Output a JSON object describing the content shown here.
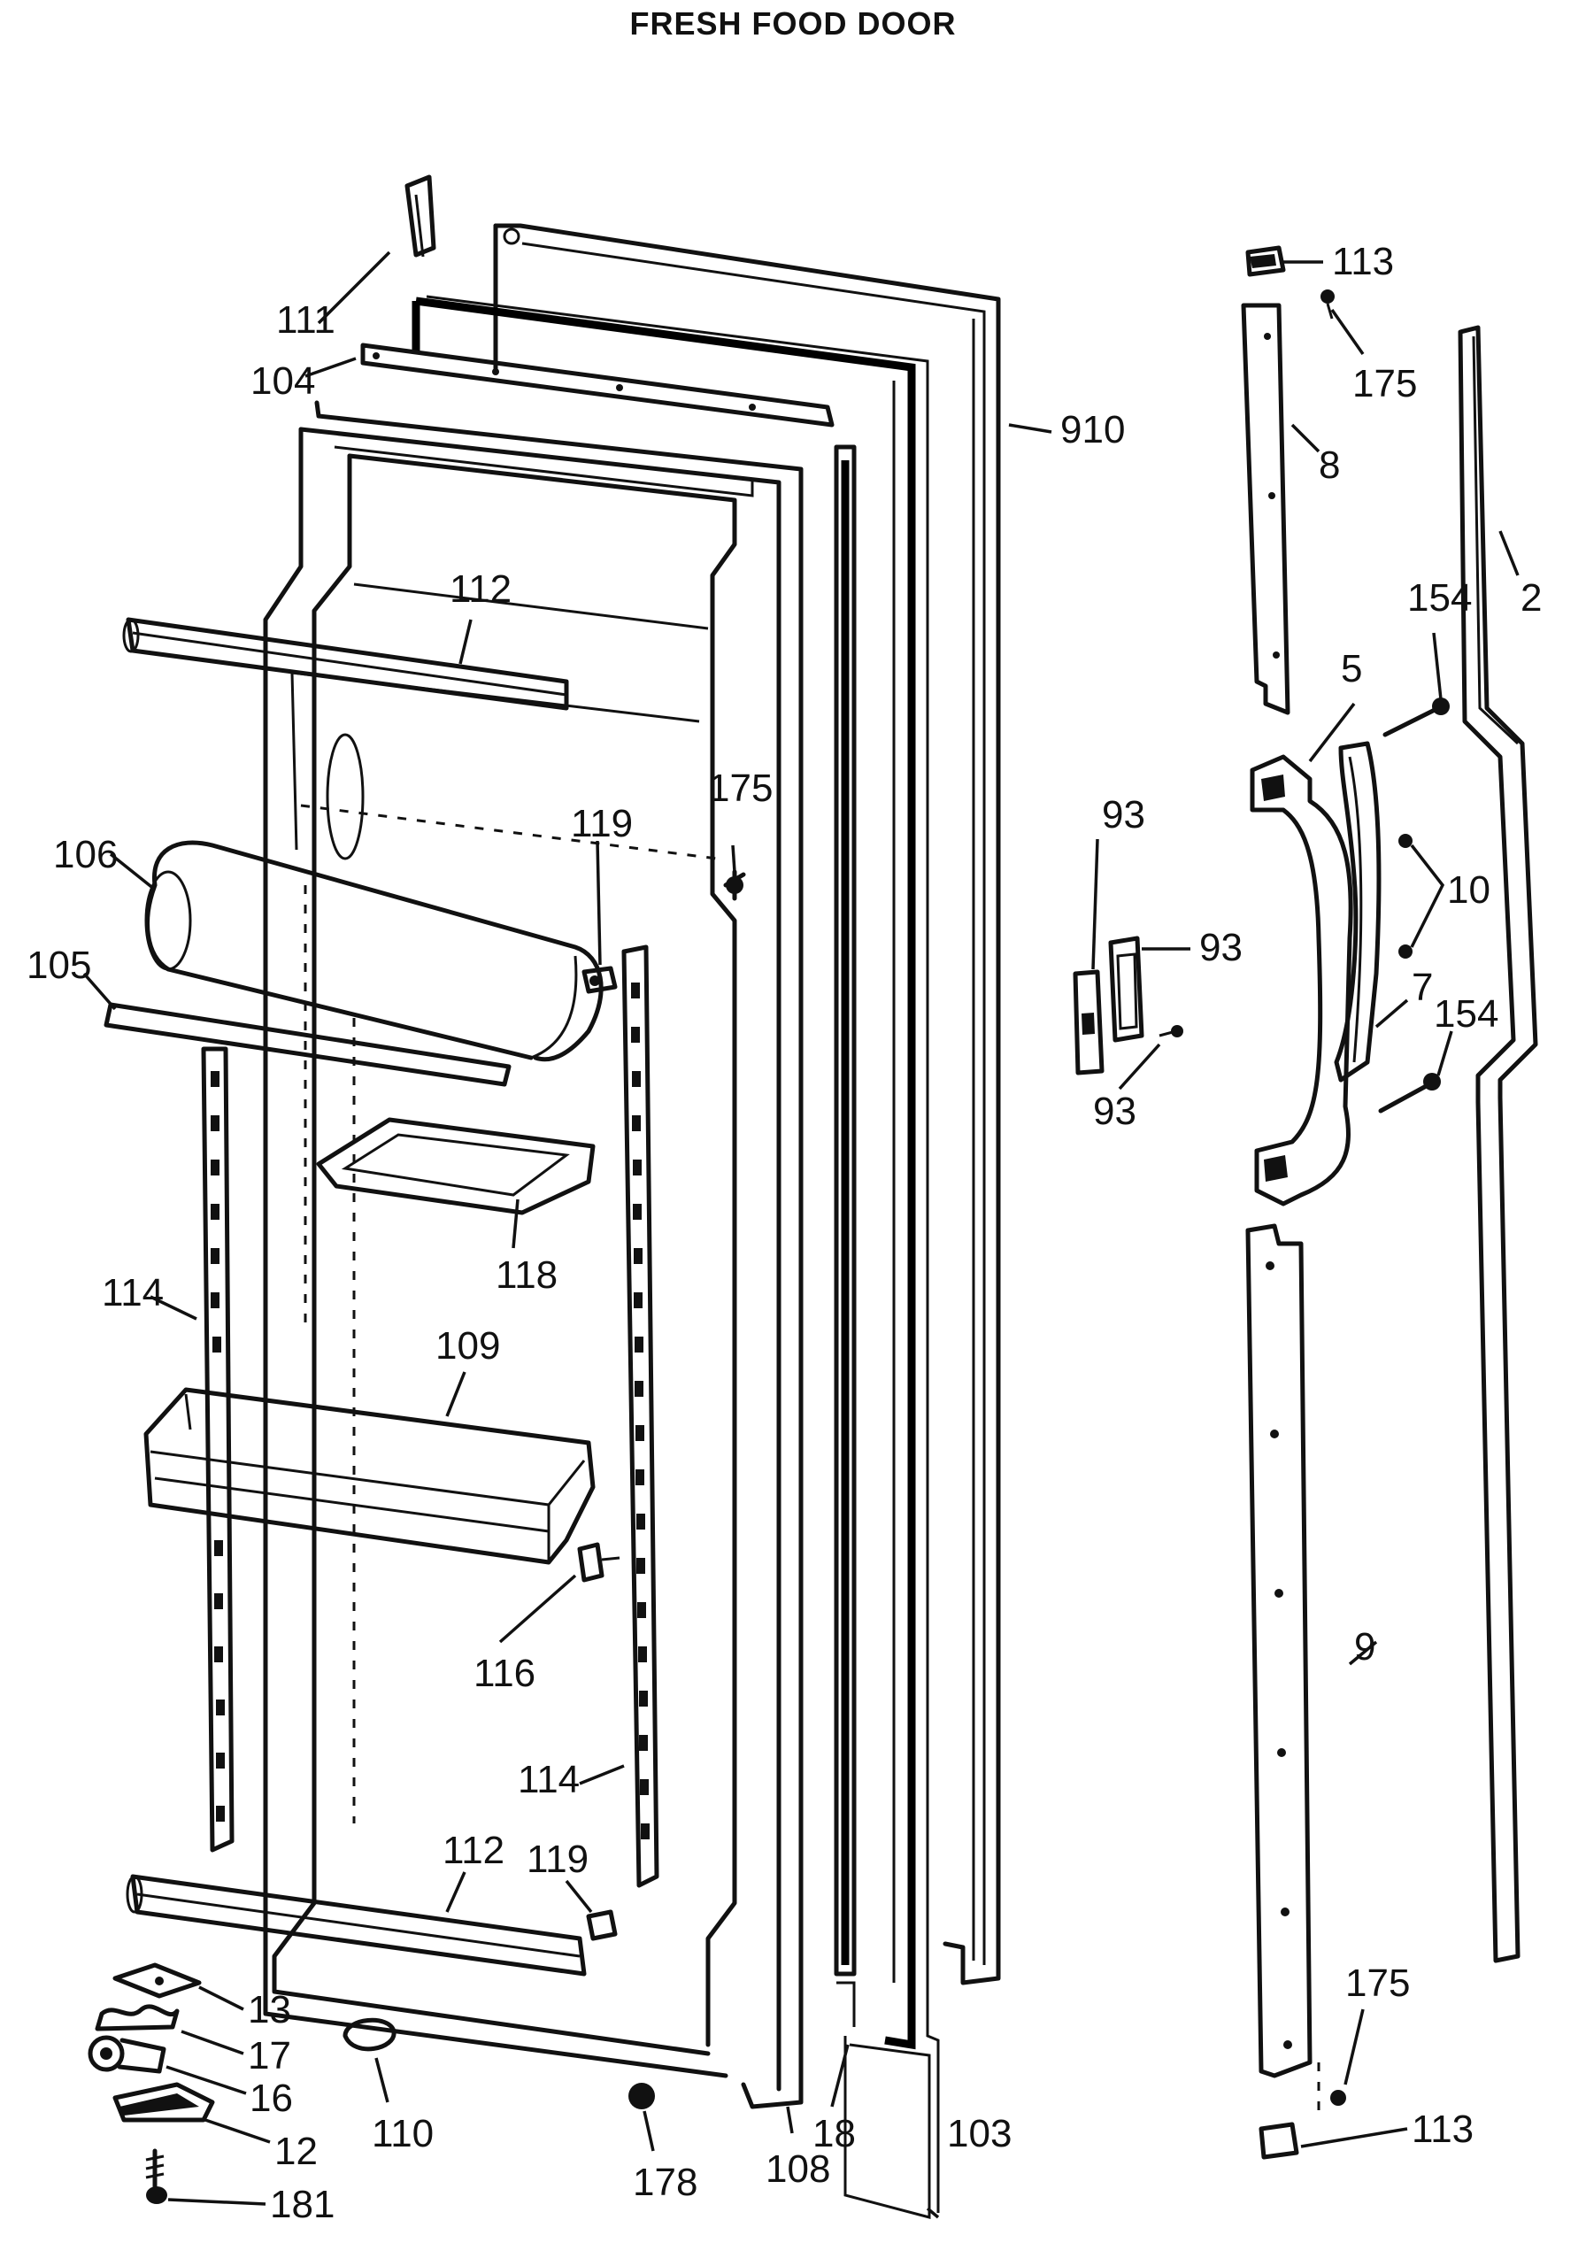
{
  "title": "FRESH FOOD DOOR",
  "callouts": [
    {
      "id": "c111",
      "text": "111"
    },
    {
      "id": "c104",
      "text": "104"
    },
    {
      "id": "c910",
      "text": "910"
    },
    {
      "id": "c112a",
      "text": "112"
    },
    {
      "id": "c175a",
      "text": "175"
    },
    {
      "id": "c119a",
      "text": "119"
    },
    {
      "id": "c106",
      "text": "106"
    },
    {
      "id": "c105",
      "text": "105"
    },
    {
      "id": "c118",
      "text": "118"
    },
    {
      "id": "c114a",
      "text": "114"
    },
    {
      "id": "c109",
      "text": "109"
    },
    {
      "id": "c116",
      "text": "116"
    },
    {
      "id": "c114b",
      "text": "114"
    },
    {
      "id": "c112b",
      "text": "112"
    },
    {
      "id": "c119b",
      "text": "119"
    },
    {
      "id": "c13",
      "text": "13"
    },
    {
      "id": "c17",
      "text": "17"
    },
    {
      "id": "c16",
      "text": "16"
    },
    {
      "id": "c12",
      "text": "12"
    },
    {
      "id": "c181",
      "text": "181"
    },
    {
      "id": "c110",
      "text": "110"
    },
    {
      "id": "c178",
      "text": "178"
    },
    {
      "id": "c108",
      "text": "108"
    },
    {
      "id": "c18",
      "text": "18"
    },
    {
      "id": "c103",
      "text": "103"
    },
    {
      "id": "c113a",
      "text": "113"
    },
    {
      "id": "c175b",
      "text": "175"
    },
    {
      "id": "c8",
      "text": "8"
    },
    {
      "id": "c2",
      "text": "2"
    },
    {
      "id": "c154a",
      "text": "154"
    },
    {
      "id": "c5",
      "text": "5"
    },
    {
      "id": "c93a",
      "text": "93"
    },
    {
      "id": "c93b",
      "text": "93"
    },
    {
      "id": "c10",
      "text": "10"
    },
    {
      "id": "c7",
      "text": "7"
    },
    {
      "id": "c154b",
      "text": "154"
    },
    {
      "id": "c93c",
      "text": "93"
    },
    {
      "id": "c9",
      "text": "9"
    },
    {
      "id": "c175c",
      "text": "175"
    },
    {
      "id": "c113b",
      "text": "113"
    }
  ]
}
